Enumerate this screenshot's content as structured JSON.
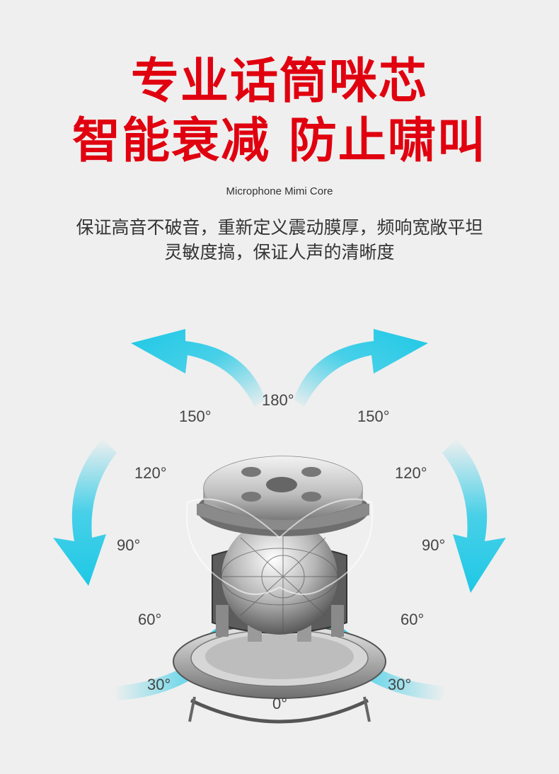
{
  "headline": {
    "line1": "专业话筒咪芯",
    "line2": "智能衰减 防止啸叫"
  },
  "subtitle_en": "Microphone Mimi Core",
  "description": {
    "line1": "保证高音不破音，重新定义震动膜厚，频响宽敞平坦",
    "line2": "灵敏度搞，保证人声的清晰度"
  },
  "angles": {
    "a180": "180°",
    "a150_left": "150°",
    "a150_right": "150°",
    "a120_left": "120°",
    "a120_right": "120°",
    "a90_left": "90°",
    "a90_right": "90°",
    "a60_left": "60°",
    "a60_right": "60°",
    "a30_left": "30°",
    "a30_right": "30°",
    "a0": "0°"
  },
  "colors": {
    "headline": "#e0000f",
    "arrow": "#1ec8e6",
    "background": "#efefef"
  }
}
